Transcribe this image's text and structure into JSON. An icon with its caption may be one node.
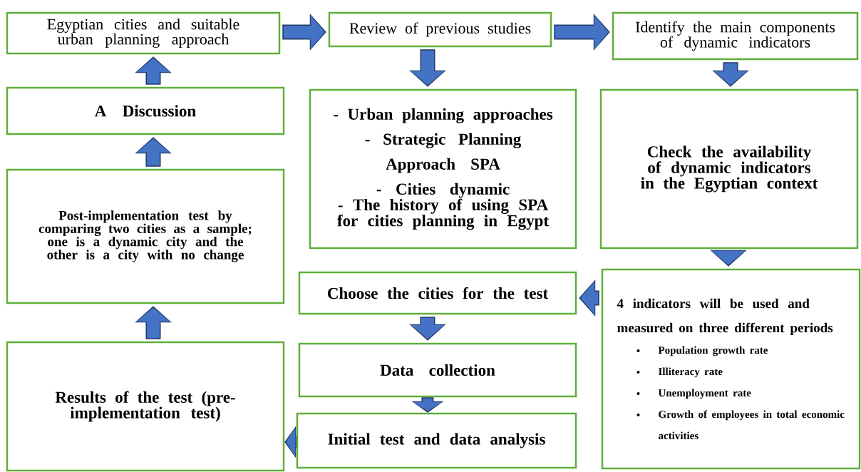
{
  "diagram": {
    "nodes": [
      {
        "text": [
          "Egyptian cities and suitable urban planning approach"
        ]
      },
      {
        "text": [
          "Review of previous studies"
        ]
      },
      {
        "text": [
          "Identify the main components of dynamic indicators"
        ]
      },
      {
        "text": [
          "- Urban planning approaches",
          "- Strategic Planning Approach SPA",
          "- Cities dynamic",
          "- The history of using SPA for cities planning in Egypt"
        ]
      },
      {
        "text": [
          "Check the availability of dynamic indicators in the Egyptian context"
        ]
      },
      {
        "text": [
          "4 indicators will be used and measured on three different periods",
          "Population growth rate",
          "Illiteracy rate",
          "Unemployment rate",
          "Growth of employees in total economic activities"
        ]
      },
      {
        "text": [
          "Choose the cities for the test"
        ]
      },
      {
        "text": [
          "Data collection"
        ]
      },
      {
        "text": [
          "Initial test and data analysis"
        ]
      },
      {
        "text": [
          "Results of the test (pre-implementation test)"
        ]
      },
      {
        "text": [
          "Post-implementation test by comparing two cities as a sample; one is a dynamic city and the other is a city with no change"
        ]
      },
      {
        "text": [
          "A Discussion"
        ]
      }
    ],
    "edges": [
      {
        "from": 0,
        "to": 1,
        "arrow": "to"
      },
      {
        "from": 1,
        "to": 2,
        "arrow": "to"
      },
      {
        "from": 1,
        "to": 3,
        "arrow": "to"
      },
      {
        "from": 2,
        "to": 4,
        "arrow": "to"
      },
      {
        "from": 4,
        "to": 5,
        "arrow": "to"
      },
      {
        "from": 5,
        "to": 6,
        "arrow": "to"
      },
      {
        "from": 6,
        "to": 7,
        "arrow": "to"
      },
      {
        "from": 7,
        "to": 8,
        "arrow": "to"
      },
      {
        "from": 8,
        "to": 9,
        "arrow": "to"
      },
      {
        "from": 9,
        "to": 10,
        "arrow": "to"
      },
      {
        "from": 10,
        "to": 11,
        "arrow": "to"
      },
      {
        "from": 11,
        "to": 0,
        "arrow": "to"
      }
    ]
  }
}
